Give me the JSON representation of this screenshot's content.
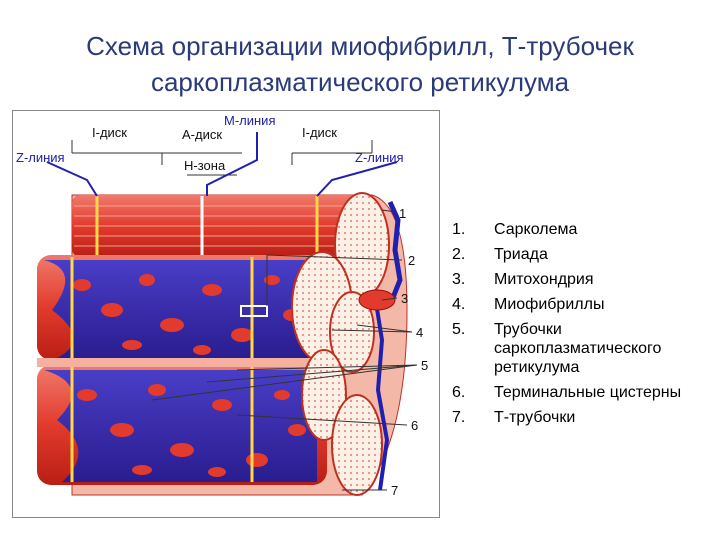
{
  "title": {
    "line1": "Схема организации миофибрилл, Т-трубочек",
    "line2": "саркоплазматического ретикулума"
  },
  "figure": {
    "labels": {
      "m_line": "М-линия",
      "i_disk_left": "I-диск",
      "a_disk": "А-диск",
      "i_disk_right": "I-диск",
      "z_line_left": "Z-линия",
      "h_zone": "Н-зона",
      "z_line_right": "Z-линия"
    },
    "callouts": [
      "1",
      "2",
      "3",
      "4",
      "5",
      "6",
      "7"
    ]
  },
  "legend": {
    "items": [
      {
        "num": "1.",
        "text": "Сарколема"
      },
      {
        "num": "2.",
        "text": "Триада"
      },
      {
        "num": "3.",
        "text": "Митохондрия"
      },
      {
        "num": "4.",
        "text": "Миофибриллы"
      },
      {
        "num": "5.",
        "text": "Трубочки саркоплазматического ретикулума"
      },
      {
        "num": "6.",
        "text": "Терминальные цистерны"
      },
      {
        "num": "7.",
        "text": "Т-трубочки"
      }
    ]
  }
}
